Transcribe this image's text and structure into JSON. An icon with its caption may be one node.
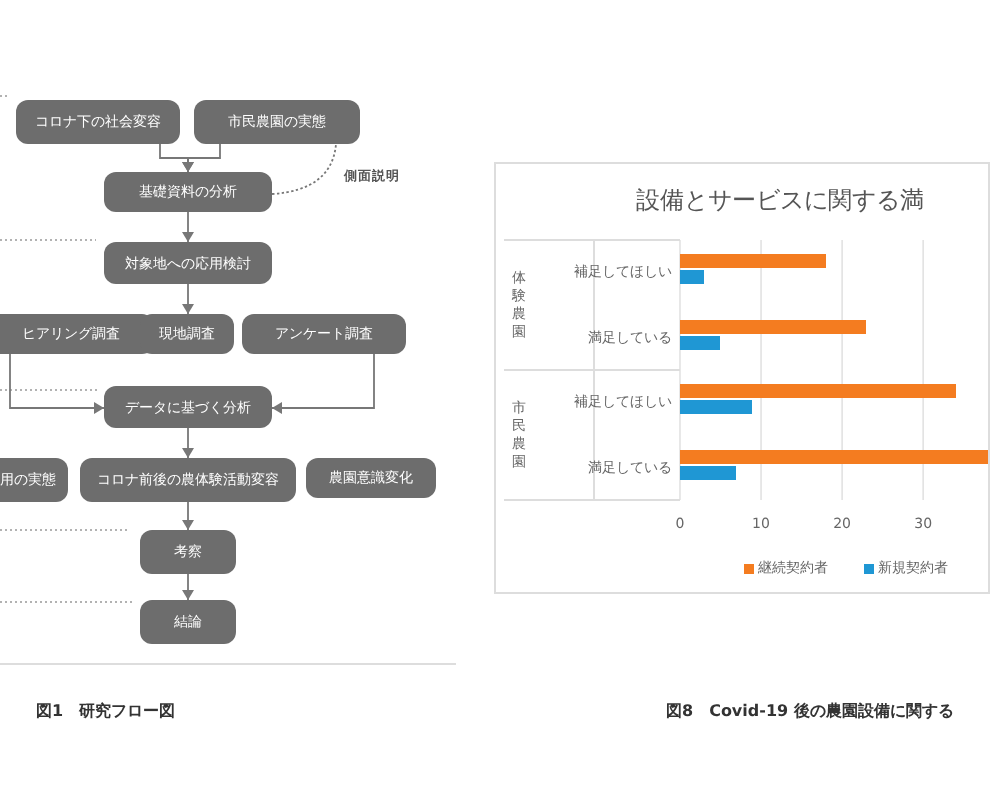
{
  "diagram": {
    "nodes": [
      {
        "text": [
          "コロナ下の社会変容"
        ]
      },
      {
        "text": [
          "市民農園の実態"
        ]
      },
      {
        "text": [
          "基礎資料の分析"
        ]
      },
      {
        "text": [
          "対象地への応用検討"
        ]
      },
      {
        "text": [
          "ヒアリング調査"
        ]
      },
      {
        "text": [
          "現地調査"
        ]
      },
      {
        "text": [
          "アンケート調査"
        ]
      },
      {
        "text": [
          "データに基づく分析"
        ]
      },
      {
        "text": [
          "用の実態"
        ]
      },
      {
        "text": [
          "コロナ前後の農体験活動変容"
        ]
      },
      {
        "text": [
          "農園意識変化"
        ]
      },
      {
        "text": [
          "考察"
        ]
      },
      {
        "text": [
          "結論"
        ]
      }
    ],
    "edges": [
      {
        "from": 0,
        "to": 2,
        "arrow": "to"
      },
      {
        "from": 1,
        "to": 2,
        "arrow": "to"
      },
      {
        "from": 2,
        "to": 1,
        "arrow": "none",
        "style": "dashed",
        "label": "側面説明"
      },
      {
        "from": 2,
        "to": 3,
        "arrow": "to"
      },
      {
        "from": 3,
        "to": 5,
        "arrow": "to"
      },
      {
        "from": 4,
        "to": 7,
        "arrow": "to"
      },
      {
        "from": 6,
        "to": 7,
        "arrow": "to"
      },
      {
        "from": 7,
        "to": 9,
        "arrow": "to"
      },
      {
        "from": 9,
        "to": 11,
        "arrow": "to"
      },
      {
        "from": 11,
        "to": 12,
        "arrow": "to"
      }
    ],
    "labels": [
      "図1　研究フロー図",
      "体験農園",
      "市民農園",
      "図8　Covid-19 後の農園設備に関する"
    ],
    "chart_data": {
      "type": "bar",
      "orientation": "horizontal",
      "title": "設備とサービスに関する満",
      "categories": [
        "補足してほしい",
        "満足している",
        "補足してほしい",
        "満足している"
      ],
      "series": [
        {
          "name": "継続契約者",
          "color": "#f47c20",
          "values": [
            18,
            23,
            34,
            38
          ]
        },
        {
          "name": "新規契約者",
          "color": "#1f97d4",
          "values": [
            3,
            5,
            9,
            7
          ]
        }
      ],
      "xticks": [
        0,
        10,
        20,
        30
      ],
      "xlim": [
        0,
        38
      ],
      "legend": "bottom",
      "grid": true
    }
  }
}
